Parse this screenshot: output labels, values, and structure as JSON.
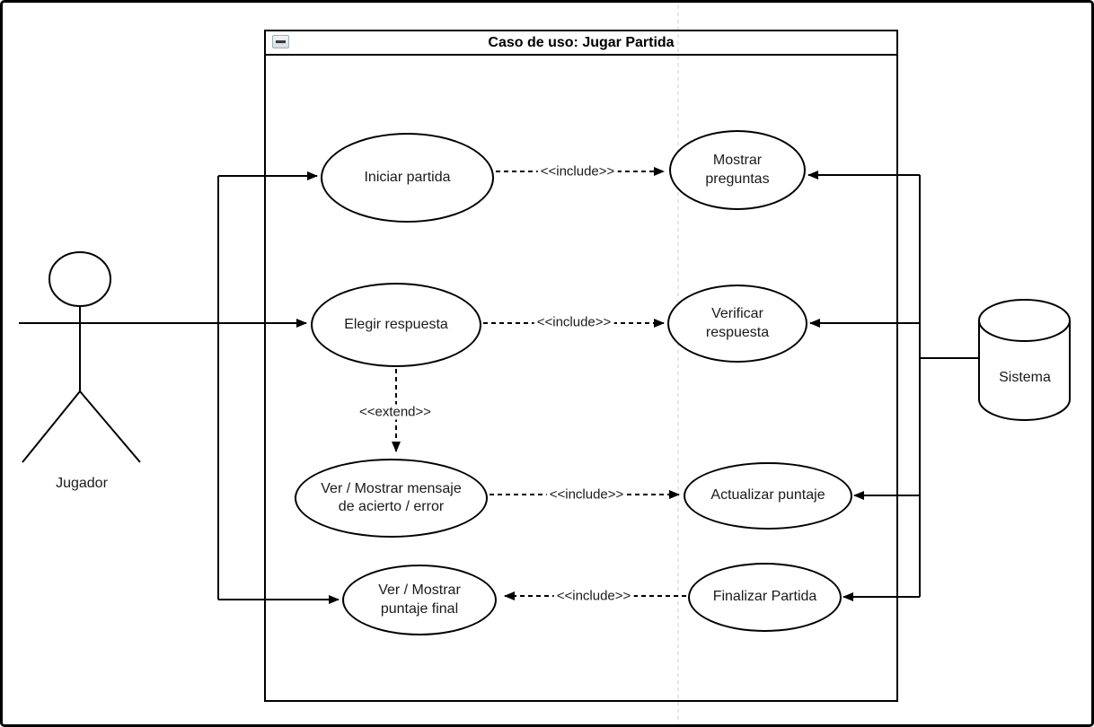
{
  "boundary": {
    "title": "Caso de uso: Jugar Partida",
    "collapse_icon": "minus"
  },
  "actor": {
    "name": "Jugador"
  },
  "datastore": {
    "name": "Sistema"
  },
  "usecases": [
    {
      "id": "iniciar-partida",
      "label": "Iniciar partida"
    },
    {
      "id": "mostrar-preguntas",
      "label": "Mostrar\npreguntas"
    },
    {
      "id": "elegir-respuesta",
      "label": "Elegir respuesta"
    },
    {
      "id": "verificar-respuesta",
      "label": "Verificar\nrespuesta"
    },
    {
      "id": "ver-mostrar-mensaje-acierto-error",
      "label": "Ver / Mostrar mensaje\nde acierto / error"
    },
    {
      "id": "actualizar-puntaje",
      "label": "Actualizar puntaje"
    },
    {
      "id": "ver-mostrar-puntaje-final",
      "label": "Ver / Mostrar\npuntaje final"
    },
    {
      "id": "finalizar-partida",
      "label": "Finalizar Partida"
    }
  ],
  "relations": [
    {
      "type": "include",
      "from": "Iniciar partida",
      "to": "Mostrar preguntas",
      "label": "<<include>>"
    },
    {
      "type": "include",
      "from": "Elegir respuesta",
      "to": "Verificar respuesta",
      "label": "<<include>>"
    },
    {
      "type": "include",
      "from": "Ver / Mostrar mensaje de acierto / error",
      "to": "Actualizar puntaje",
      "label": "<<include>>"
    },
    {
      "type": "include",
      "from": "Finalizar Partida",
      "to": "Ver / Mostrar puntaje final",
      "label": "<<include>>"
    },
    {
      "type": "extend",
      "from": "Elegir respuesta",
      "to": "Ver / Mostrar mensaje de acierto / error",
      "label": "<<extend>>"
    }
  ],
  "associations": [
    {
      "from": "Jugador",
      "to": "Iniciar partida"
    },
    {
      "from": "Jugador",
      "to": "Elegir respuesta"
    },
    {
      "from": "Jugador",
      "to": "Ver / Mostrar puntaje final"
    },
    {
      "from": "Sistema",
      "to": "Mostrar preguntas"
    },
    {
      "from": "Sistema",
      "to": "Verificar respuesta"
    },
    {
      "from": "Sistema",
      "to": "Actualizar puntaje"
    },
    {
      "from": "Sistema",
      "to": "Finalizar Partida"
    }
  ],
  "colors": {
    "stroke": "#000000",
    "text": "#1a1a1a",
    "guide_line": "#cccccc",
    "background": "#ffffff"
  }
}
